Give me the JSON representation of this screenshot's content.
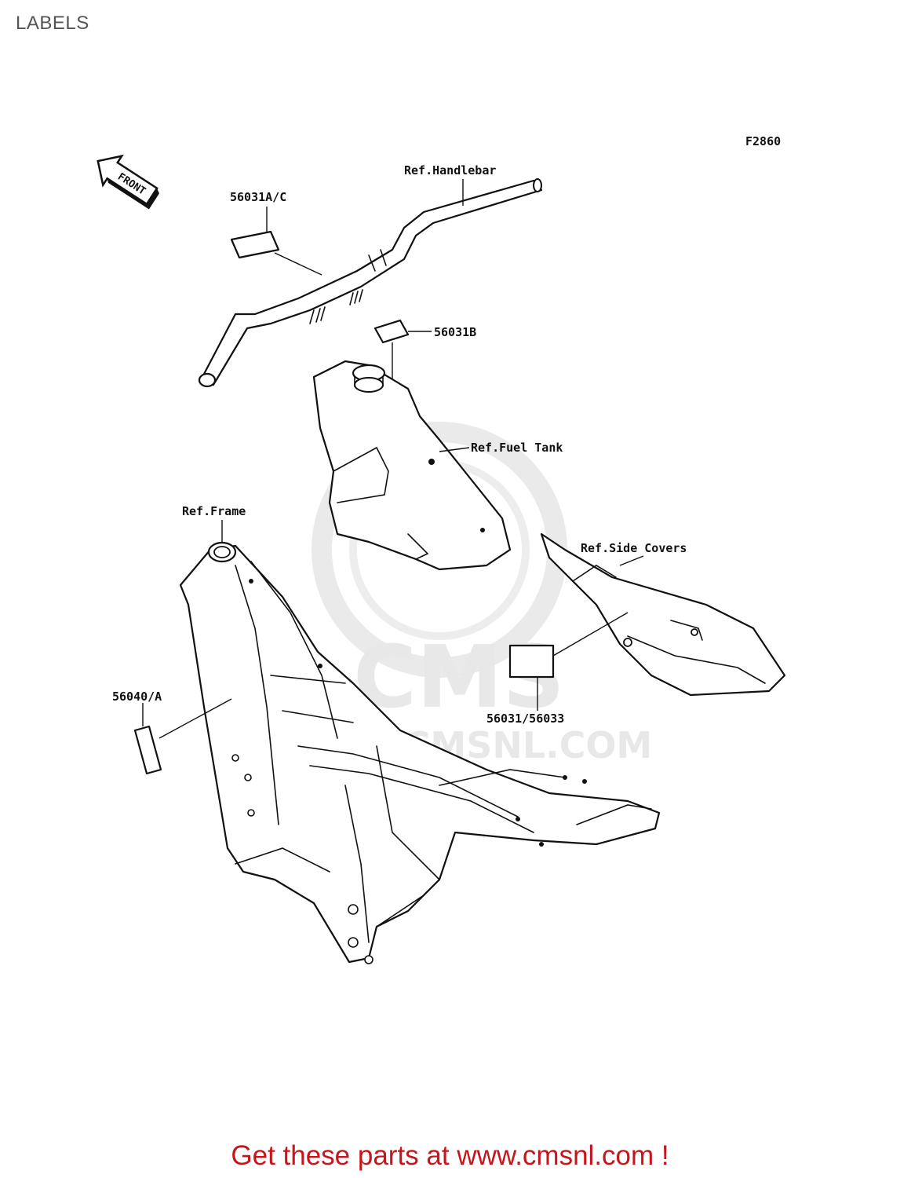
{
  "page": {
    "title": "LABELS"
  },
  "diagram": {
    "figure_code": "F2860",
    "front_arrow": "FRONT",
    "labels": {
      "handlebar_ref": "Ref.Handlebar",
      "label_a_c": "56031A/C",
      "label_b": "56031B",
      "fuel_tank_ref": "Ref.Fuel Tank",
      "frame_ref": "Ref.Frame",
      "side_covers_ref": "Ref.Side Covers",
      "frame_label": "56040/A",
      "side_label": "56031/56033"
    },
    "watermark": {
      "brand": "CMS",
      "url": "WWW.CMSNL.COM"
    }
  },
  "footer": {
    "text": "Get these parts at www.cmsnl.com !"
  }
}
